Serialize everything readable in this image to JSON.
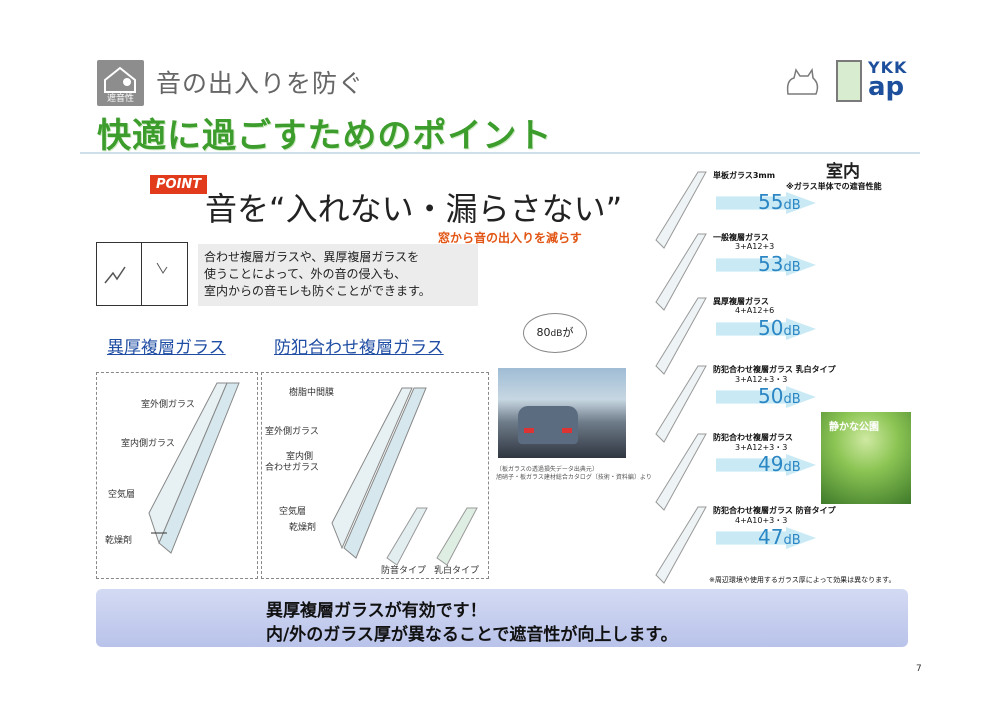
{
  "header": {
    "icon_caption": "遮音性",
    "subtitle": "音の出入りを防ぐ",
    "title": "快適に過ごすためのポイント",
    "logo_line1": "YKK",
    "logo_line2": "ap"
  },
  "point": {
    "badge": "POINT",
    "headline": "音を“入れない・漏らさない”",
    "subline": "窓から音の出入りを減らす",
    "desc": [
      "合わせ複層ガラスや、異厚複層ガラスを",
      "使うことによって、外の音の侵入も、",
      "室内からの音モレも防ぐことができます。"
    ]
  },
  "left_diagram": {
    "title": "異厚複層ガラス",
    "labels": [
      "室外側ガラス",
      "室内側ガラス",
      "空気層",
      "乾燥剤"
    ]
  },
  "mid_diagram": {
    "title": "防犯合わせ複層ガラス",
    "labels": [
      "樹脂中間膜",
      "室外側ガラス",
      "室内側",
      "合わせガラス",
      "空気層",
      "乾燥剤"
    ],
    "type_labels": [
      "防音タイプ",
      "乳白タイプ"
    ]
  },
  "traffic": {
    "bubble_value": "80",
    "bubble_unit": "dB",
    "bubble_suffix": "が",
    "note1": "〔板ガラスの透過損失データ出典元〕",
    "note2": "旭硝子・板ガラス建材総合カタログ〔技術・資料編〕より"
  },
  "right_panel": {
    "room_label": "室内",
    "room_note": "※ガラス単体での遮音性能",
    "items": [
      {
        "name": "単板ガラス3mm",
        "spec": "",
        "value": "55",
        "unit": "dB"
      },
      {
        "name": "一般複層ガラス",
        "spec": "3+A12+3",
        "value": "53",
        "unit": "dB"
      },
      {
        "name": "異厚複層ガラス",
        "spec": "4+A12+6",
        "value": "50",
        "unit": "dB"
      },
      {
        "name": "防犯合わせ複層ガラス 乳白タイプ",
        "spec": "3+A12+3・3",
        "value": "50",
        "unit": "dB"
      },
      {
        "name": "防犯合わせ複層ガラス",
        "spec": "3+A12+3・3",
        "value": "49",
        "unit": "dB"
      },
      {
        "name": "防犯合わせ複層ガラス 防音タイプ",
        "spec": "4+A10+3・3",
        "value": "47",
        "unit": "dB"
      }
    ],
    "park_label": "静かな公園",
    "footnote": "※周辺環境や使用するガラス厚によって効果は異なります。"
  },
  "banner": {
    "line1": "異厚複層ガラスが有効です！",
    "line2": "内/外のガラス厚が異なることで遮音性が向上します。"
  },
  "page_number": "7"
}
